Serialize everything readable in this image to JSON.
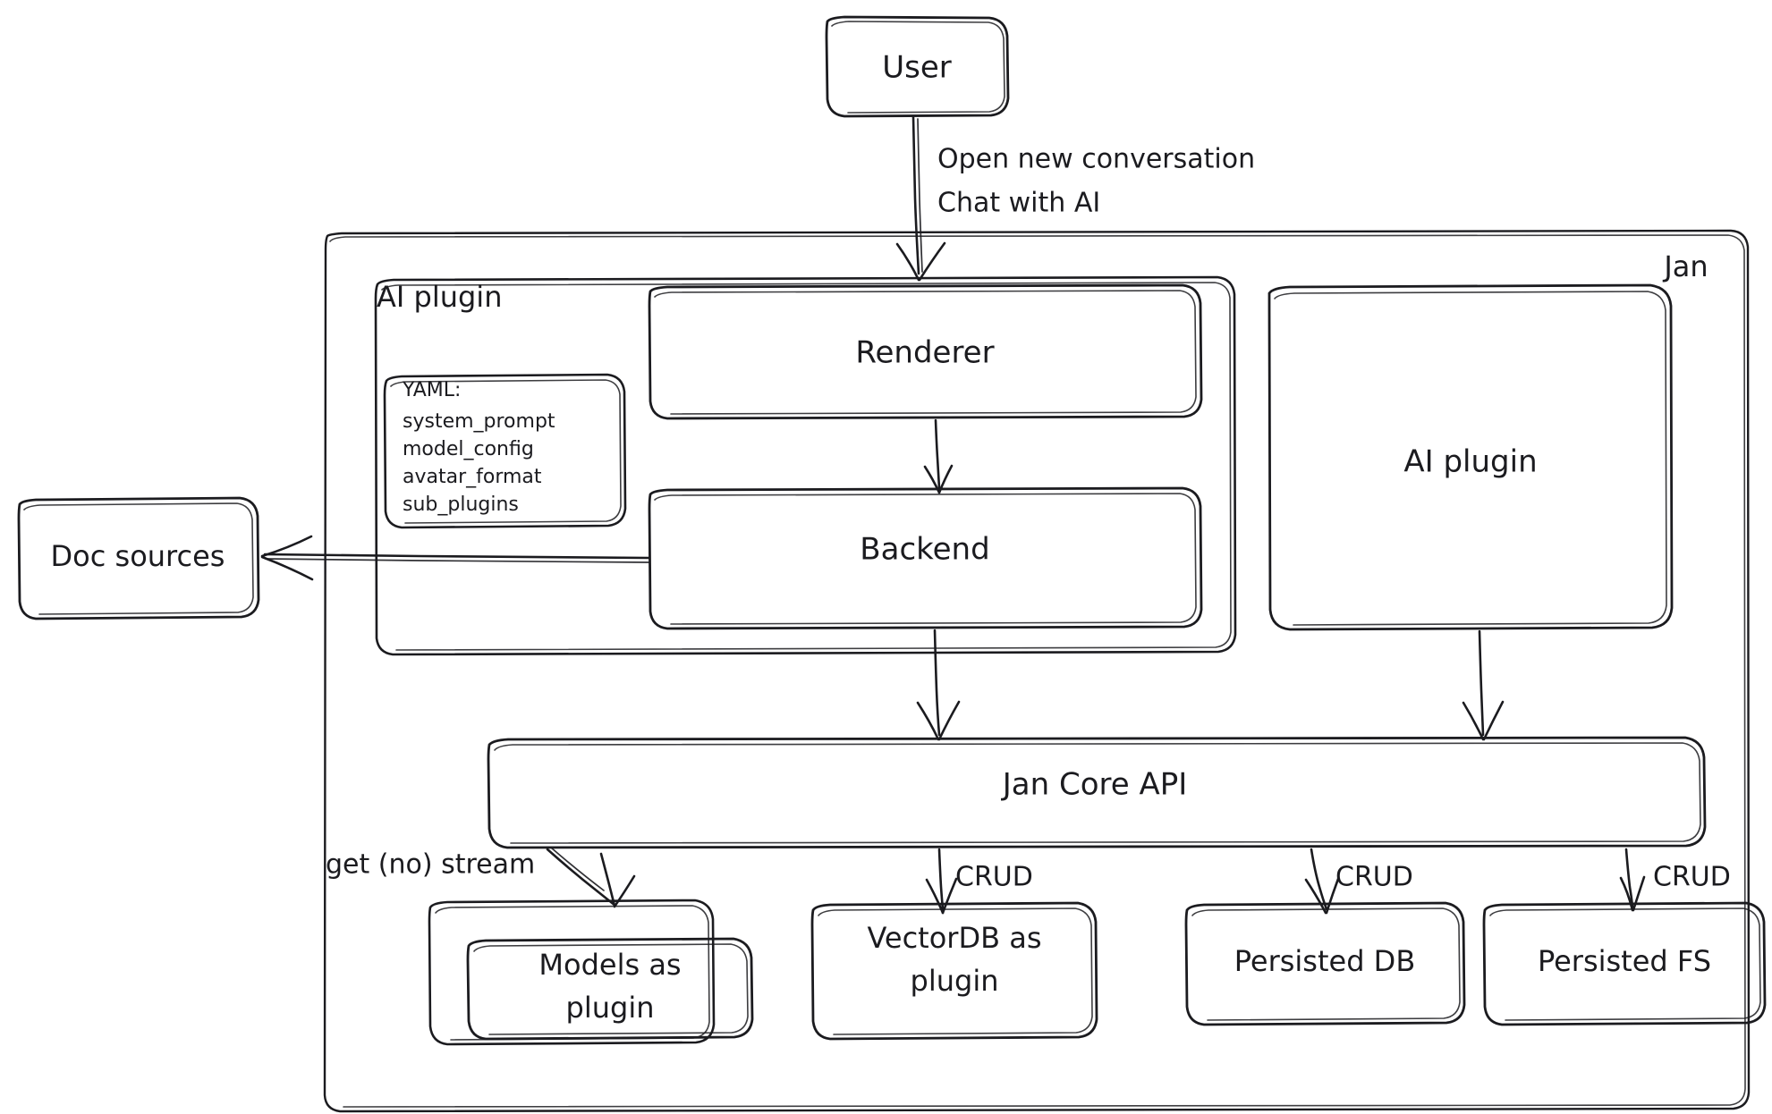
{
  "diagram": {
    "title": "Jan architecture diagram",
    "style": "hand-drawn",
    "stroke_color": "#1b1b1f",
    "background_color": "#ffffff"
  },
  "nodes": {
    "user": {
      "label": "User"
    },
    "jan_container": {
      "label": "Jan"
    },
    "ai_plugin_group": {
      "label": "AI plugin"
    },
    "renderer": {
      "label": "Renderer"
    },
    "backend": {
      "label": "Backend"
    },
    "ai_plugin_box": {
      "label": "AI plugin"
    },
    "doc_sources": {
      "label": "Doc sources"
    },
    "jan_core_api": {
      "label": "Jan Core API"
    },
    "models_plugin": {
      "label_line1": "Models as",
      "label_line2": "plugin"
    },
    "vectordb_plugin": {
      "label_line1": "VectorDB as",
      "label_line2": "plugin"
    },
    "persisted_db": {
      "label": "Persisted DB"
    },
    "persisted_fs": {
      "label": "Persisted FS"
    }
  },
  "yaml_card": {
    "title": "YAML:",
    "items": [
      "system_prompt",
      "model_config",
      "avatar_format",
      "sub_plugins"
    ]
  },
  "edges": {
    "user_to_renderer": {
      "label_line1": "Open new conversation",
      "label_line2": "Chat with AI"
    },
    "backend_to_doc_sources": {
      "label": ""
    },
    "renderer_to_backend": {
      "label": ""
    },
    "backend_to_core": {
      "label": ""
    },
    "aiplugin_to_core": {
      "label": ""
    },
    "core_to_models": {
      "label": "get (no) stream"
    },
    "core_to_vectordb": {
      "label": "CRUD"
    },
    "core_to_persisted_db": {
      "label": "CRUD"
    },
    "core_to_persisted_fs": {
      "label": "CRUD"
    }
  }
}
